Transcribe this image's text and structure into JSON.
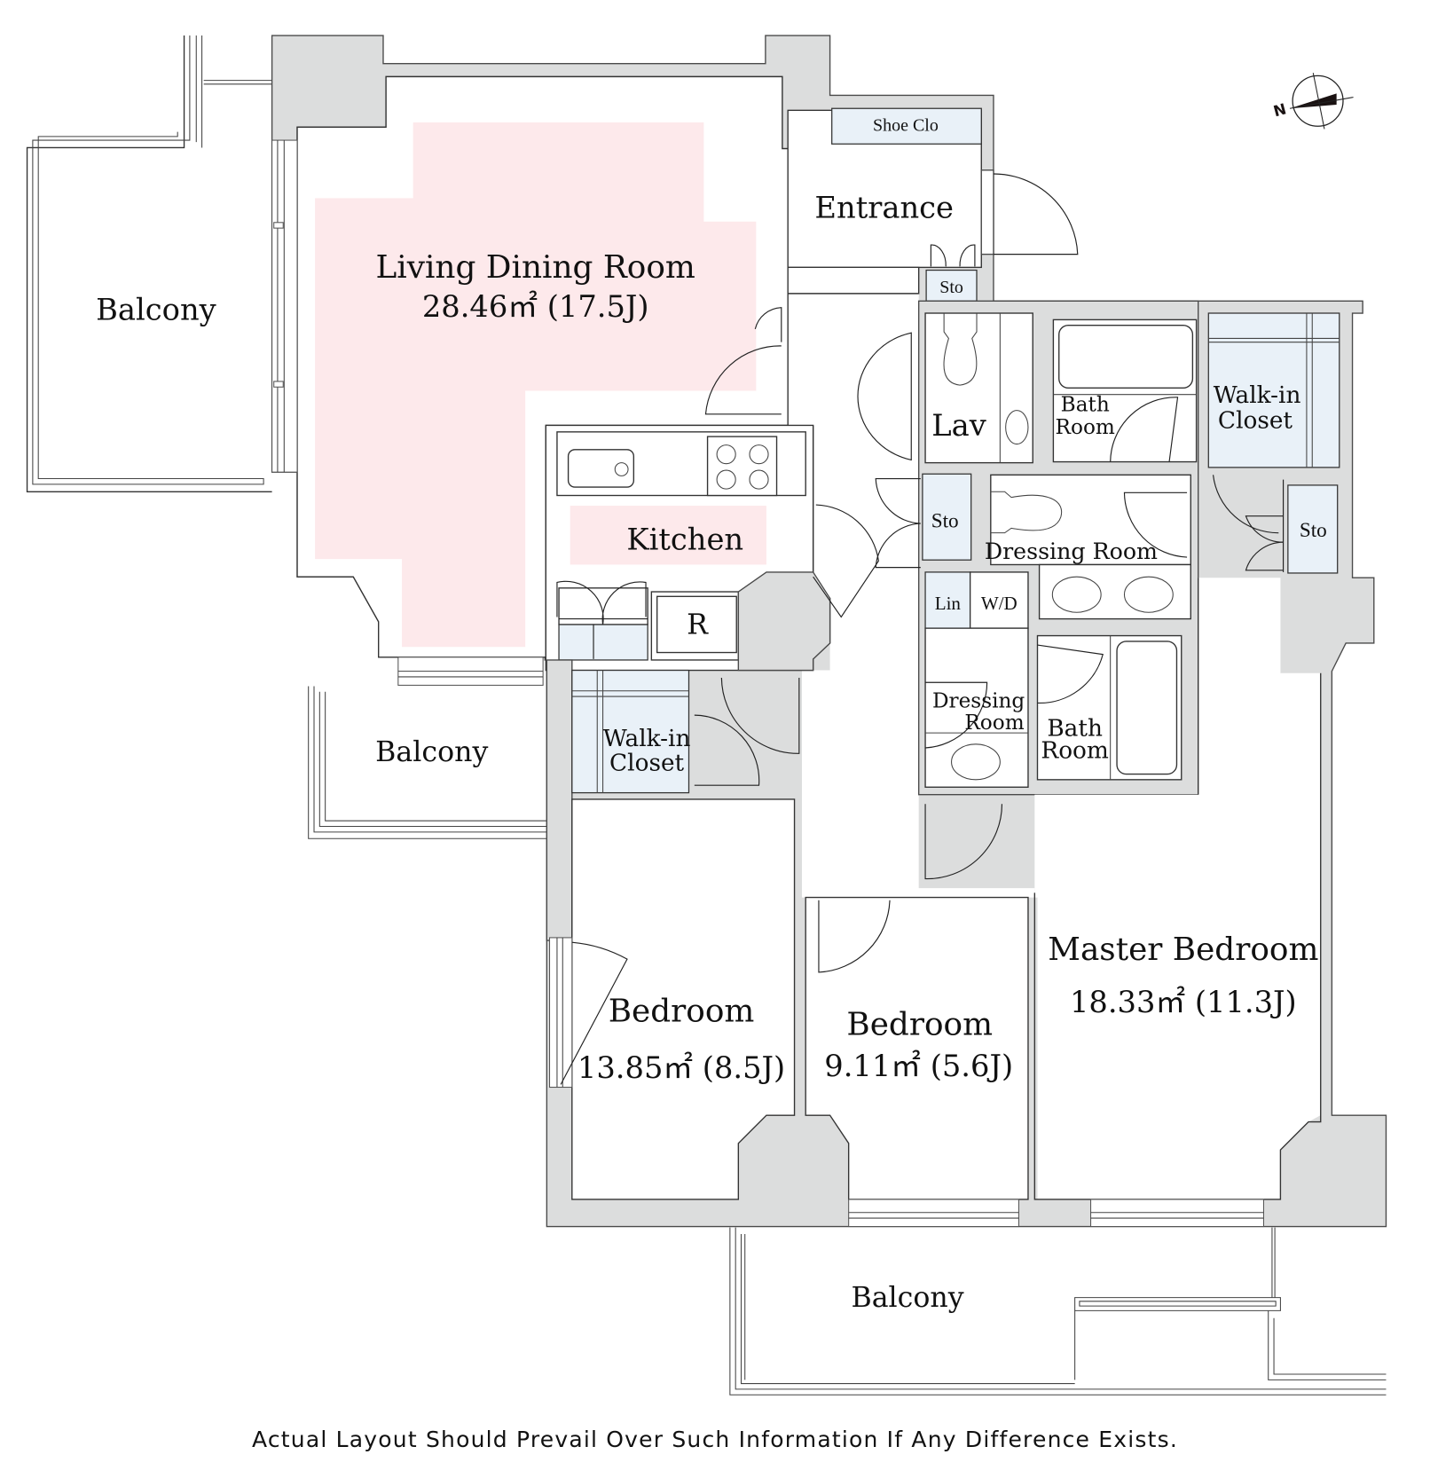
{
  "floorplan": {
    "rooms": {
      "ldr": {
        "name": "Living Dining Room",
        "area": "28.46㎡  (17.5J)"
      },
      "kitchen": {
        "name": "Kitchen"
      },
      "refrigerator": {
        "name": "R"
      },
      "entrance": {
        "name": "Entrance"
      },
      "shoe_closet": {
        "name": "Shoe Clo"
      },
      "sto_entrance": {
        "name": "Sto"
      },
      "lav": {
        "name": "Lav"
      },
      "bath1": {
        "line1": "Bath",
        "line2": "Room"
      },
      "wic_ne": {
        "line1": "Walk-in",
        "line2": "Closet"
      },
      "sto_hall": {
        "name": "Sto"
      },
      "dressing1": {
        "name": "Dressing Room"
      },
      "sto_master": {
        "name": "Sto"
      },
      "linen": {
        "name": "Lin"
      },
      "washer_dryer": {
        "name": "W/D"
      },
      "dressing2": {
        "line1": "Dressing",
        "line2": "Room"
      },
      "bath2": {
        "line1": "Bath",
        "line2": "Room"
      },
      "wic_west": {
        "line1": "Walk-in",
        "line2": "Closet"
      },
      "bedroom1": {
        "name": "Bedroom",
        "area": "13.85㎡  (8.5J)"
      },
      "bedroom2": {
        "name": "Bedroom",
        "area": "9.11㎡  (5.6J)"
      },
      "master": {
        "name": "Master Bedroom",
        "area": "18.33㎡  (11.3J)"
      },
      "balcony_west": {
        "name": "Balcony"
      },
      "balcony_mid": {
        "name": "Balcony"
      },
      "balcony_south": {
        "name": "Balcony"
      }
    },
    "compass": {
      "label": "N",
      "icon": "north-arrow-icon"
    },
    "colors": {
      "wall": "#dcdddd",
      "living_highlight": "#fde9eb",
      "storage": "#e9f1f8",
      "outline": "#333333"
    }
  },
  "footer": {
    "disclaimer": "Actual Layout Should Prevail Over Such Information If Any Difference Exists."
  }
}
